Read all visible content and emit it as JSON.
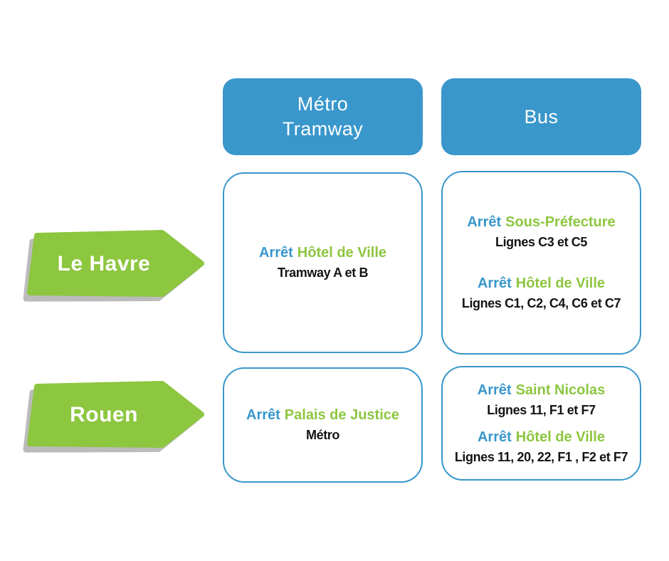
{
  "colors": {
    "blue": "#3997cb",
    "green": "#8dc63f",
    "ink": "#141414",
    "shadow": "#b0b0b0"
  },
  "columns": [
    {
      "label": "Métro\nTramway"
    },
    {
      "label": "Bus"
    }
  ],
  "rows": [
    {
      "city": "Le Havre",
      "metro": {
        "entries": [
          {
            "prefix": "Arrêt",
            "stop": "Hôtel de Ville",
            "detail": "Tramway A et B"
          }
        ]
      },
      "bus": {
        "entries": [
          {
            "prefix": "Arrêt",
            "stop": "Sous-Préfecture",
            "detail": "Lignes C3 et C5"
          },
          {
            "prefix": "Arrêt",
            "stop": "Hôtel de Ville",
            "detail": "Lignes C1, C2, C4, C6 et C7"
          }
        ]
      }
    },
    {
      "city": "Rouen",
      "metro": {
        "entries": [
          {
            "prefix": "Arrêt",
            "stop": "Palais de Justice",
            "detail": "Métro"
          }
        ]
      },
      "bus": {
        "entries": [
          {
            "prefix": "Arrêt",
            "stop": "Saint Nicolas",
            "detail": "Lignes 11, F1 et F7"
          },
          {
            "prefix": "Arrêt",
            "stop": "Hôtel de Ville",
            "detail": "Lignes 11, 20, 22, F1 , F2 et F7"
          }
        ]
      }
    }
  ]
}
